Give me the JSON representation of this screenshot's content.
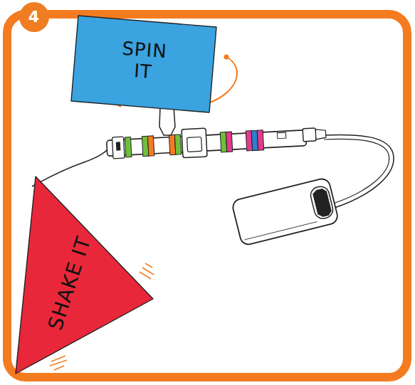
{
  "diagram": {
    "nodes": [
      {
        "text": [
          "4"
        ]
      },
      {
        "text": [
          "SPIN IT"
        ]
      },
      {
        "text": [
          "SHAKE IT"
        ]
      }
    ]
  }
}
